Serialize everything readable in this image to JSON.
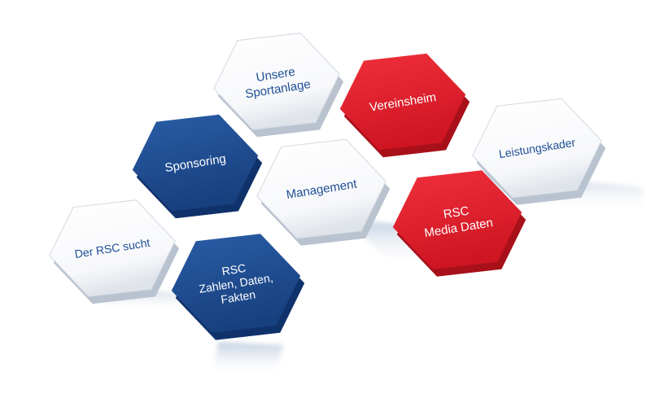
{
  "colors": {
    "blue": "#1f4f96",
    "blue_dark": "#10326b",
    "red": "#e8212f",
    "red_dark": "#a8101a",
    "white": "#ffffff",
    "white_edge": "#b9c2cf",
    "text_blue": "#1f4f96",
    "text_white": "#ffffff",
    "shadow": "#9bb0cc"
  },
  "tiles": [
    {
      "id": "unsere-sportanlage",
      "style": "white",
      "lines": [
        "Unsere",
        "Sportanlage"
      ]
    },
    {
      "id": "vereinsheim",
      "style": "red",
      "lines": [
        "Vereinsheim"
      ]
    },
    {
      "id": "leistungskader",
      "style": "white",
      "lines": [
        "Leistungskader"
      ]
    },
    {
      "id": "sponsoring",
      "style": "blue",
      "lines": [
        "Sponsoring"
      ]
    },
    {
      "id": "management",
      "style": "white",
      "lines": [
        "Management"
      ]
    },
    {
      "id": "rsc-media-daten",
      "style": "red",
      "lines": [
        "RSC",
        "Media Daten"
      ]
    },
    {
      "id": "der-rsc-sucht",
      "style": "white",
      "lines": [
        "Der RSC sucht"
      ]
    },
    {
      "id": "rsc-zahlen-daten-fakten",
      "style": "blue",
      "lines": [
        "RSC",
        "Zahlen, Daten,",
        "Fakten"
      ]
    }
  ]
}
